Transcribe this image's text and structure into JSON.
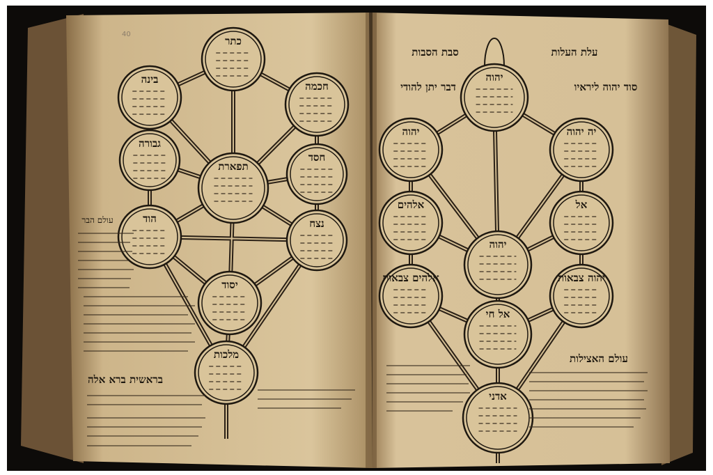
{
  "page_number": "40",
  "left_page": {
    "sefirot": [
      {
        "label": "כתר"
      },
      {
        "label": "חכמה"
      },
      {
        "label": "בינה"
      },
      {
        "label": "חסד"
      },
      {
        "label": "גבורה"
      },
      {
        "label": "תפארת"
      },
      {
        "label": "נצח"
      },
      {
        "label": "הוד"
      },
      {
        "label": "יסוד"
      },
      {
        "label": "מלכות"
      }
    ],
    "side_heading": "עולם הבר",
    "bottom_heading": "בראשית ברא אלה"
  },
  "right_page": {
    "title_right": "עלת העלות",
    "title_left": "סבת הסבות",
    "heading_right": "סוד יהוה ליראיו",
    "heading_left": "דבר יתן להודי",
    "nodes": [
      {
        "label": "יהוה"
      },
      {
        "label": "יה יהוה"
      },
      {
        "label": "יהוה"
      },
      {
        "label": "אלהים"
      },
      {
        "label": "אל"
      },
      {
        "label": "יהוה"
      },
      {
        "label": "אלהים צבאות"
      },
      {
        "label": "יהוה צבאות"
      },
      {
        "label": "אל חי"
      },
      {
        "label": "אדני"
      }
    ],
    "side_heading": "עולם האצילות"
  },
  "colors": {
    "background": "#0d0b09",
    "page": "#d9c49a",
    "ink": "#1e1810"
  }
}
